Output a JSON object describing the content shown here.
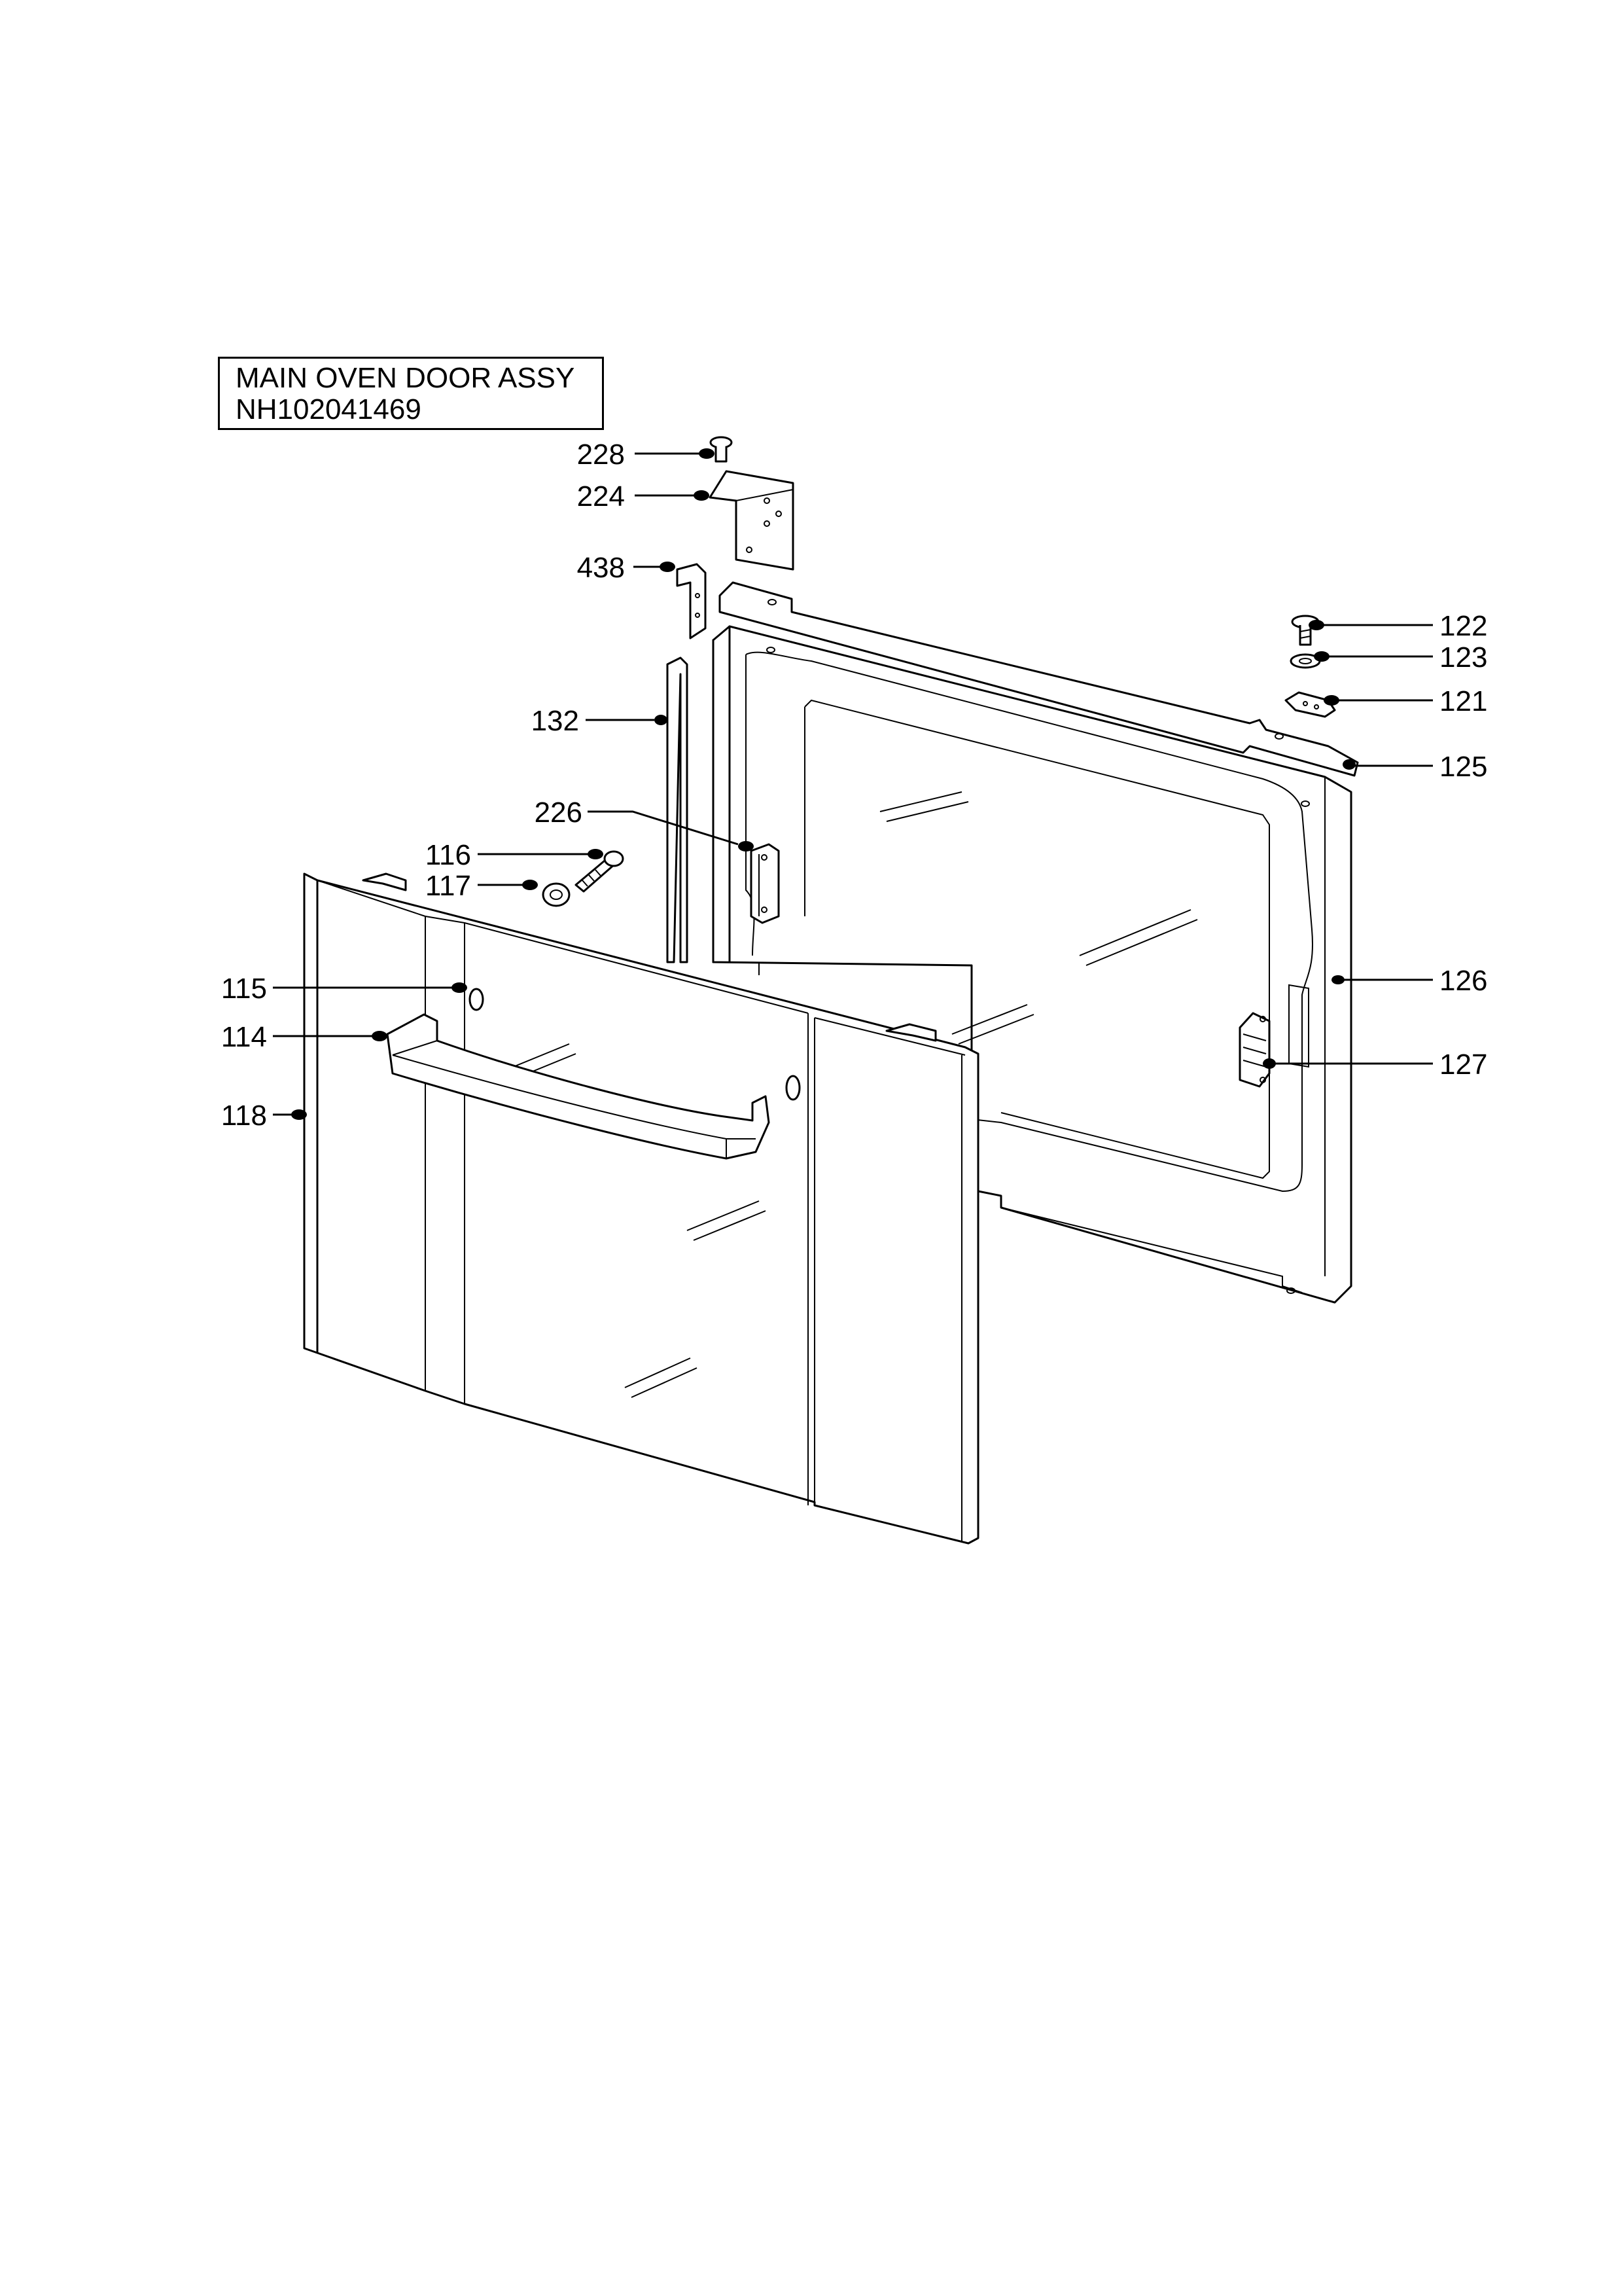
{
  "title": {
    "line1": "MAIN OVEN DOOR ASSY",
    "line2": "NH102041469"
  },
  "callouts": [
    {
      "id": "c228",
      "label": "228"
    },
    {
      "id": "c224",
      "label": "224"
    },
    {
      "id": "c438",
      "label": "438"
    },
    {
      "id": "c132",
      "label": "132"
    },
    {
      "id": "c226",
      "label": "226"
    },
    {
      "id": "c116",
      "label": "116"
    },
    {
      "id": "c117",
      "label": "117"
    },
    {
      "id": "c115",
      "label": "115"
    },
    {
      "id": "c114",
      "label": "114"
    },
    {
      "id": "c118",
      "label": "118"
    },
    {
      "id": "c122",
      "label": "122"
    },
    {
      "id": "c123",
      "label": "123"
    },
    {
      "id": "c121",
      "label": "121"
    },
    {
      "id": "c125",
      "label": "125"
    },
    {
      "id": "c126",
      "label": "126"
    },
    {
      "id": "c127",
      "label": "127"
    }
  ]
}
